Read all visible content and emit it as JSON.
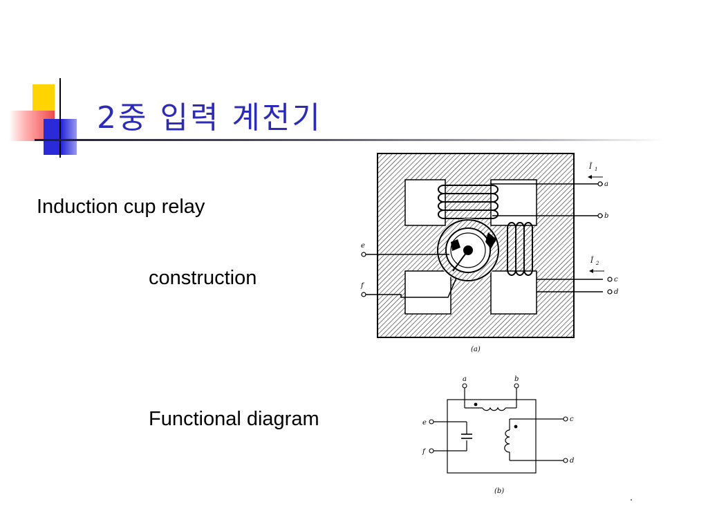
{
  "title": "2중 입력 계전기",
  "items": {
    "induction": "Induction cup relay",
    "construction": "construction",
    "functional": "Functional diagram"
  },
  "figure_a": {
    "caption": "(a)",
    "terminals": {
      "a": "a",
      "b": "b",
      "c": "c",
      "d": "d",
      "e": "e",
      "f": "f"
    },
    "current1": "Ī",
    "current1_sub": "1",
    "current2": "Ī",
    "current2_sub": "2"
  },
  "figure_b": {
    "caption": "(b)",
    "terminals": {
      "a": "a",
      "b": "b",
      "c": "c",
      "d": "d",
      "e": "e",
      "f": "f"
    }
  },
  "colors": {
    "title": "#2b2bb8",
    "accent_yellow": "#ffd400",
    "accent_red": "#f04a4a",
    "accent_blue": "#2a2ad8"
  }
}
